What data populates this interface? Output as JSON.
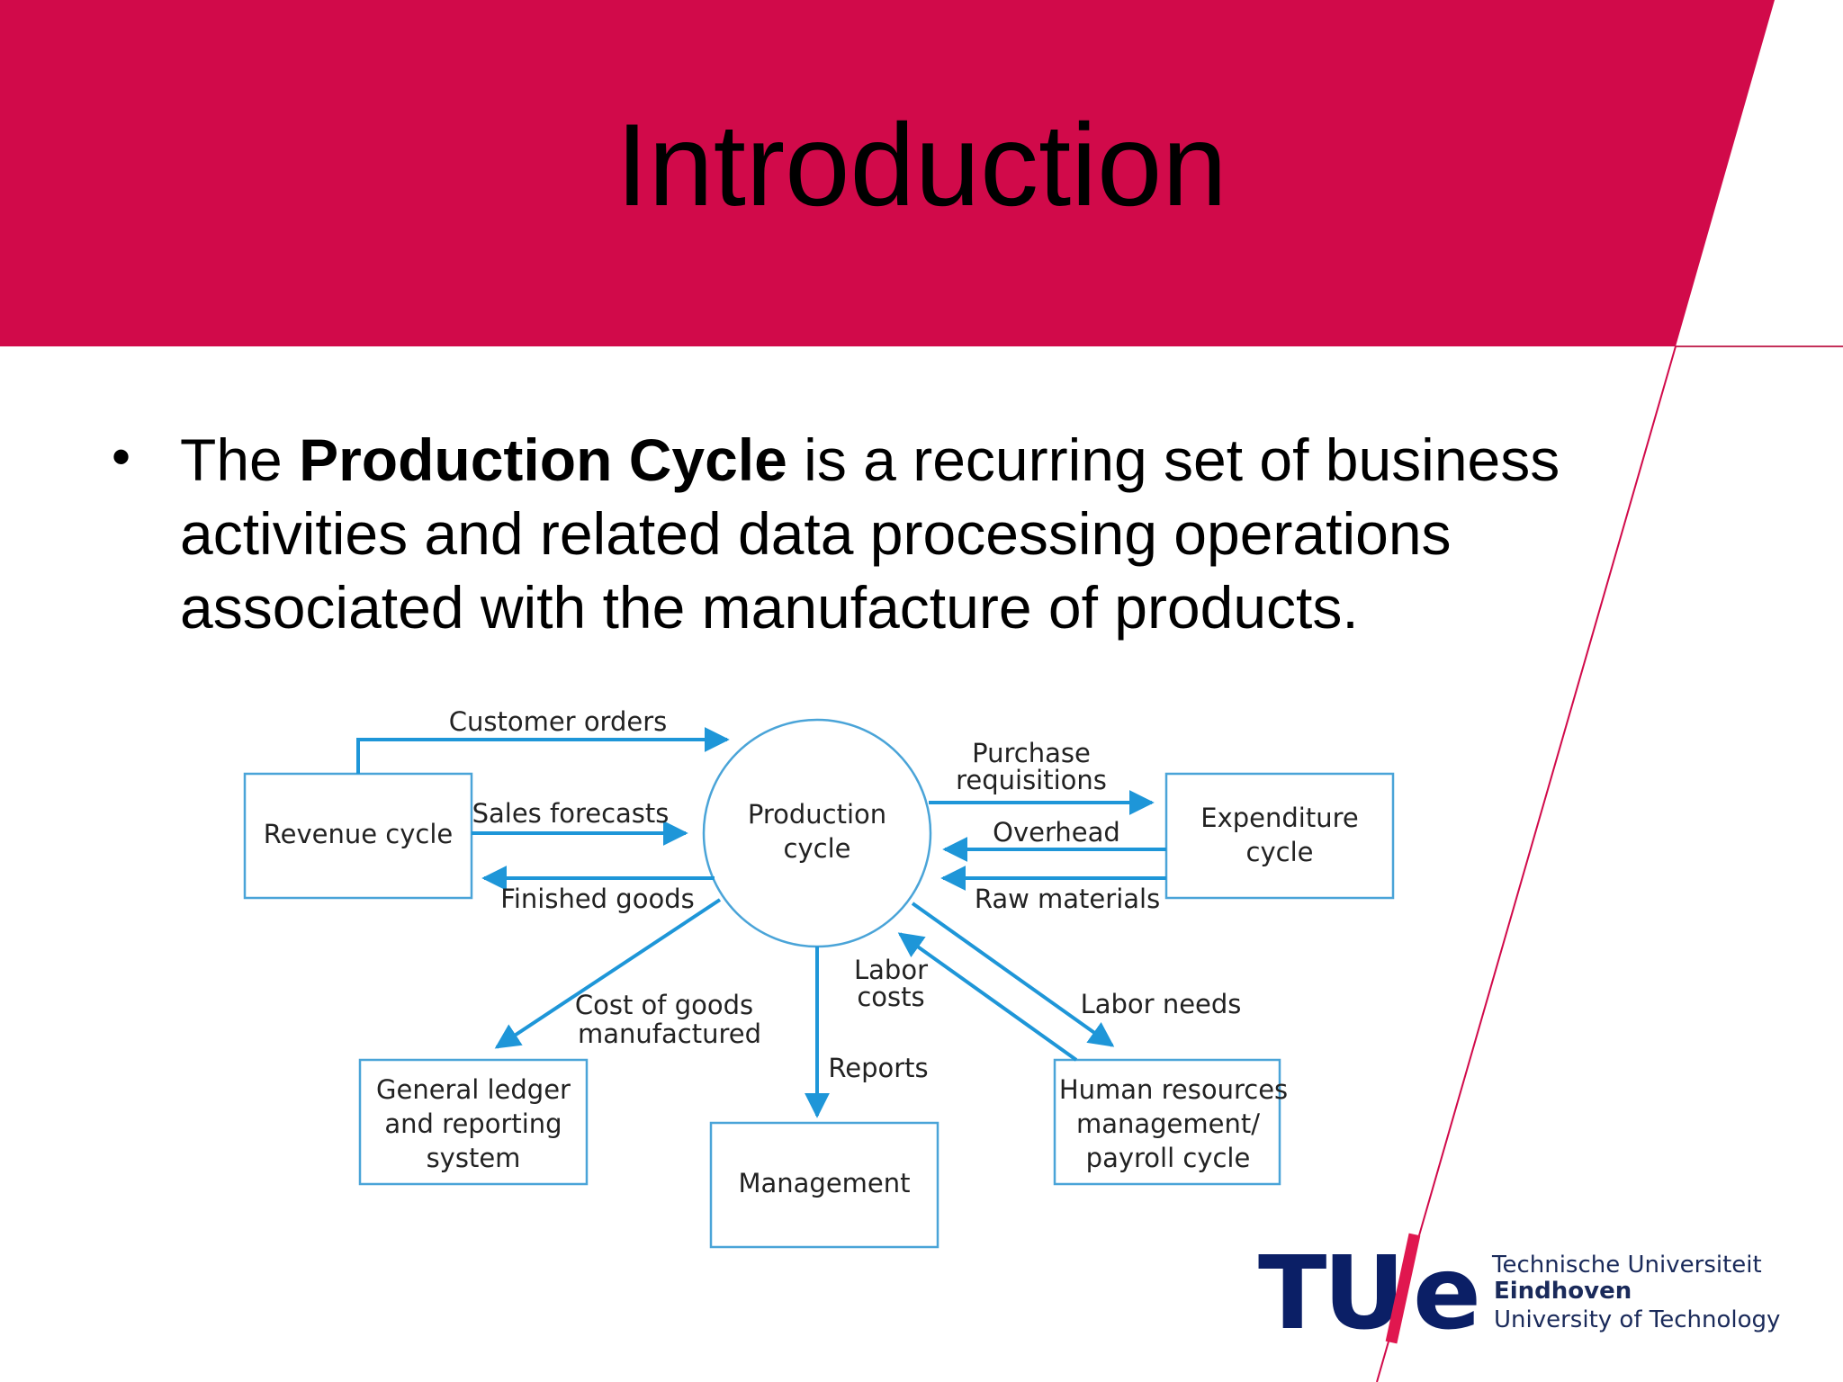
{
  "slide": {
    "title": "Introduction",
    "bullet": {
      "pre": "The ",
      "bold": "Production Cycle",
      "post": " is a recurring set of business activities and related data processing operations associated with the manufacture of products."
    },
    "colors": {
      "header_band": "#d10a4a",
      "diagram_line": "#1e96d8",
      "box_border": "#4aa4d8",
      "logo_blue": "#0b1f66"
    }
  },
  "diagram": {
    "center": {
      "line1": "Production",
      "line2": "cycle"
    },
    "revenue": "Revenue cycle",
    "expenditure": {
      "line1": "Expenditure",
      "line2": "cycle"
    },
    "general_ledger": {
      "line1": "General ledger",
      "line2": "and reporting",
      "line3": "system"
    },
    "management": "Management",
    "hr": {
      "line1": "Human resources",
      "line2": "management/",
      "line3": "payroll cycle"
    },
    "flows": {
      "customer_orders": "Customer orders",
      "sales_forecasts": "Sales forecasts",
      "finished_goods": "Finished goods",
      "purchase_req_1": "Purchase",
      "purchase_req_2": "requisitions",
      "overhead": "Overhead",
      "raw_materials": "Raw materials",
      "cogm_1": "Cost of goods",
      "cogm_2": "manufactured",
      "labor_costs_1": "Labor",
      "labor_costs_2": "costs",
      "reports": "Reports",
      "labor_needs": "Labor needs"
    }
  },
  "logo": {
    "mark_tu": "TU",
    "mark_e": "e",
    "line1": "Technische Universiteit",
    "line2": "Eindhoven",
    "line3": "University of Technology"
  }
}
